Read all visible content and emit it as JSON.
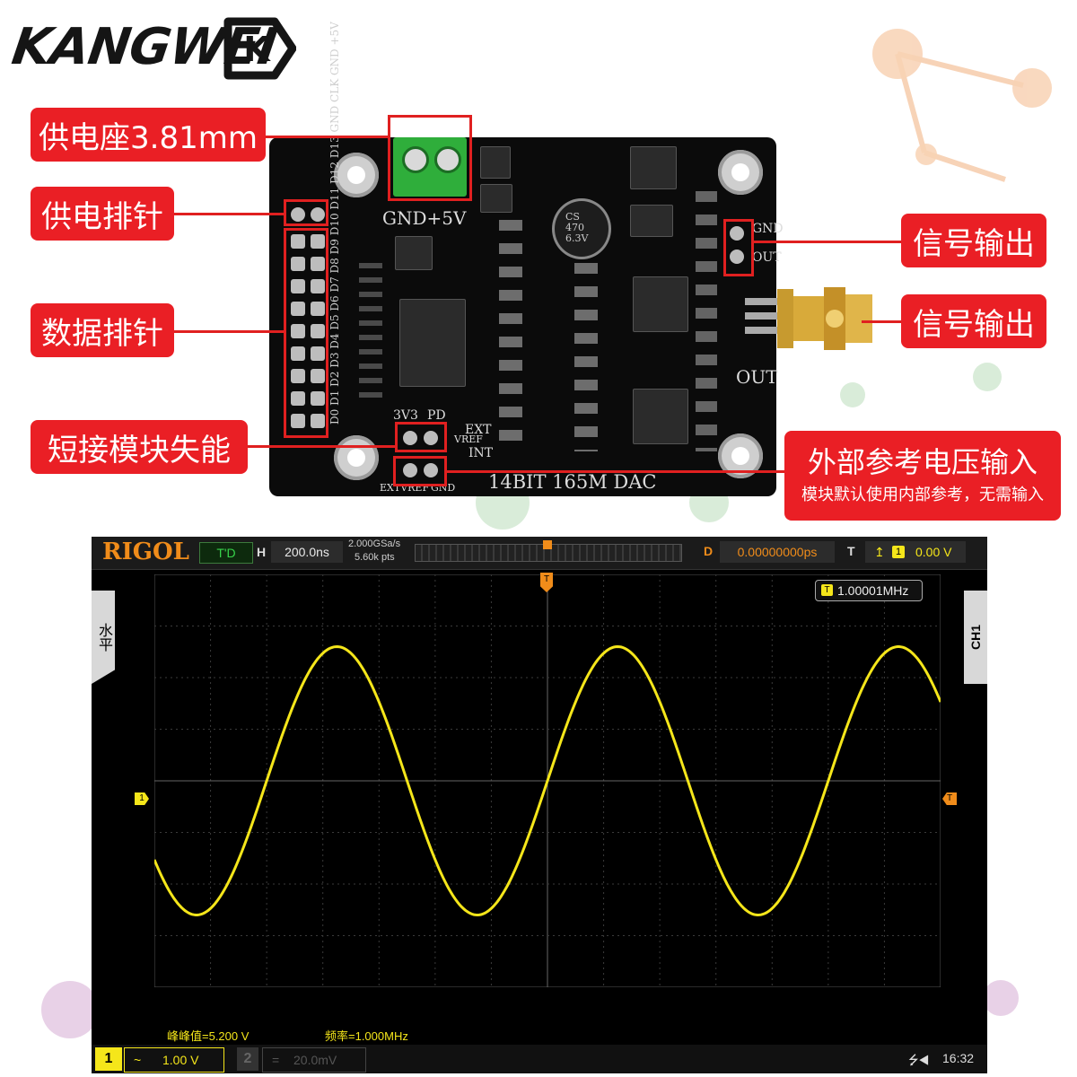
{
  "brand": {
    "name": "KANGWEI",
    "logo_letters": "K"
  },
  "callouts": {
    "power_socket": "供电座3.81mm",
    "power_header": "供电排针",
    "data_header": "数据排针",
    "short_disable": "短接模块失能",
    "signal_out_1": "信号输出",
    "signal_out_2": "信号输出",
    "ext_ref_title": "外部参考电压输入",
    "ext_ref_note": "模块默认使用内部参考，无需输入"
  },
  "pcb": {
    "title": "14BIT 165M DAC",
    "terminal_label": "GND+5V",
    "out_label": "OUT",
    "gnd_pin": "GND",
    "out_pin": "OUT",
    "pins_3v3": "3V3",
    "pins_pd": "PD",
    "extvref": "EXTVREF",
    "gnd_bottom": "GND",
    "ext": "EXT",
    "int": "INT",
    "vref": "VREF",
    "cap_text": [
      "CS",
      "470",
      "6.3V"
    ],
    "header_labels": "D0 D1 D2 D3 D4 D5 D6 D7 D8 D9 D10 D11 D12 D13 GND CLK GND +5V"
  },
  "scope": {
    "brand": "RIGOL",
    "mode": "T'D",
    "h_label": "H",
    "timebase": "200.0ns",
    "sample_rate": "2.000GSa/s",
    "points": "5.60k pts",
    "d_label": "D",
    "delay": "0.00000000ps",
    "t_label": "T",
    "trigger_channel": "1",
    "trigger_level": "0.00 V",
    "freq_badge": "1.00001MHz",
    "side_left": "水平",
    "side_right": "CH1",
    "peak_to_peak": "峰峰值=5.200 V",
    "frequency": "频率=1.000MHz",
    "ch1_num": "1",
    "ch1_coupling": "~",
    "ch1_scale": "1.00 V",
    "ch2_num": "2",
    "ch2_coupling": "=",
    "ch2_scale": "20.0mV",
    "time": "16:32",
    "colors": {
      "trace": "#f5e61a",
      "accent": "#f08c1a",
      "grid": "#3a3a3a"
    }
  }
}
